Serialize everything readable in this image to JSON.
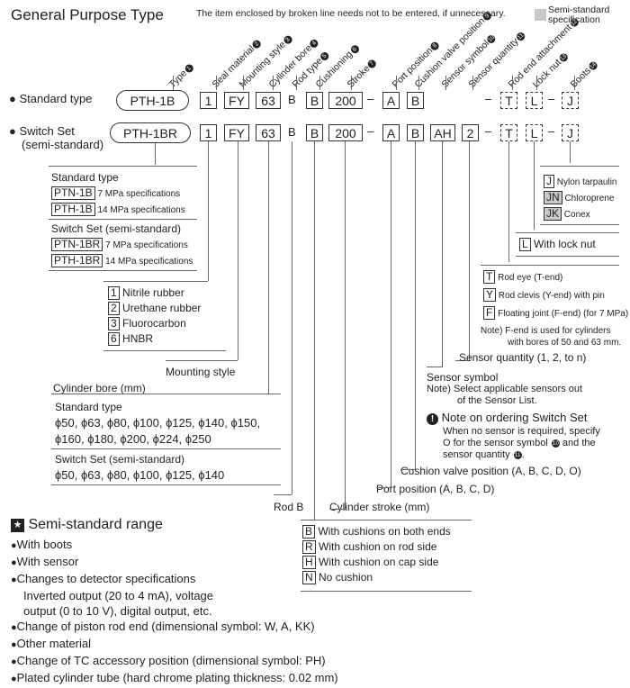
{
  "title": "General Purpose Type",
  "top_note": "The item enclosed by broken line needs not to be entered, if unnecessary.",
  "legend": {
    "line1": "Semi-standard",
    "line2": "specification"
  },
  "headers": [
    {
      "label": "Type",
      "num": "1"
    },
    {
      "label": "Seal material",
      "num": "2"
    },
    {
      "label": "Mounting style",
      "num": "3"
    },
    {
      "label": "Cylinder bore",
      "num": "4"
    },
    {
      "label": "Rod type",
      "num": "5"
    },
    {
      "label": "Cushioning",
      "num": "6"
    },
    {
      "label": "Stroke",
      "num": "7"
    },
    {
      "label": "Port position",
      "num": "8"
    },
    {
      "label": "Cushion valve position",
      "num": "9"
    },
    {
      "label": "Sensor symbol",
      "num": "10"
    },
    {
      "label": "Sensor quantity",
      "num": "11"
    },
    {
      "label": "Rod end attachment",
      "num": "12"
    },
    {
      "label": "Lock nut",
      "num": "13"
    },
    {
      "label": "Boots",
      "num": "14"
    }
  ],
  "row1": {
    "label": "Standard type",
    "type": "PTH-1B",
    "seal": "1",
    "mount": "FY",
    "bore": "63",
    "rod": "B",
    "cush": "B",
    "stroke": "200",
    "dash": "–",
    "port": "A",
    "cv": "B",
    "dash2": "–",
    "rodend": "T",
    "locknut": "L",
    "dash3": "–",
    "boots": "J"
  },
  "row2": {
    "label1": "Switch Set",
    "label2": "(semi-standard)",
    "type": "PTH-1BR",
    "seal": "1",
    "mount": "FY",
    "bore": "63",
    "rod": "B",
    "cush": "B",
    "stroke": "200",
    "dash": "–",
    "port": "A",
    "cv": "B",
    "sensor": "AH",
    "qty": "2",
    "dash2": "–",
    "rodend": "T",
    "locknut": "L",
    "dash3": "–",
    "boots": "J"
  },
  "type_list": {
    "std_title": "Standard type",
    "std": [
      {
        "code": "PTN-1B",
        "desc": "7 MPa specifications"
      },
      {
        "code": "PTH-1B",
        "desc": "14 MPa specifications"
      }
    ],
    "sw_title": "Switch Set (semi-standard)",
    "sw": [
      {
        "code": "PTN-1BR",
        "desc": "7 MPa specifications"
      },
      {
        "code": "PTH-1BR",
        "desc": "14 MPa specifications"
      }
    ]
  },
  "seal_list": [
    {
      "code": "1",
      "desc": "Nitrile rubber"
    },
    {
      "code": "2",
      "desc": "Urethane rubber"
    },
    {
      "code": "3",
      "desc": "Fluorocarbon"
    },
    {
      "code": "6",
      "desc": "HNBR"
    }
  ],
  "mounting_style": "Mounting style",
  "bore": {
    "title": "Cylinder bore (mm)",
    "std_title": "Standard type",
    "std_line1": "ϕ50, ϕ63, ϕ80, ϕ100, ϕ125, ϕ140, ϕ150,",
    "std_line2": "ϕ160, ϕ180, ϕ200, ϕ224, ϕ250",
    "sw_title": "Switch Set (semi-standard)",
    "sw_line": "ϕ50, ϕ63, ϕ80, ϕ100, ϕ125, ϕ140"
  },
  "rod_b": "Rod B",
  "stroke_label": "Cylinder stroke (mm)",
  "cushion_list": [
    {
      "code": "B",
      "desc": "With cushions on both ends"
    },
    {
      "code": "R",
      "desc": "With cushion on rod side"
    },
    {
      "code": "H",
      "desc": "With cushion on cap side"
    },
    {
      "code": "N",
      "desc": "No cushion"
    }
  ],
  "port_label": "Port position (A, B, C, D)",
  "cv_label": "Cushion valve position (A, B, C, D, O)",
  "sensor": {
    "title": "Sensor symbol",
    "note1": "Note) Select applicable sensors out",
    "note2": "of the Sensor List."
  },
  "switch_note": {
    "title": "Note on ordering Switch Set",
    "l1": "When no sensor is required, specify",
    "l2a": "O for the sensor symbol",
    "l2b": "and the",
    "l3a": "sensor quantity",
    "l3b": ".",
    "n10": "10",
    "n11": "11"
  },
  "qty_label": "Sensor quantity (1, 2, to n)",
  "rodend_list": [
    {
      "code": "T",
      "desc": "Rod eye (T-end)"
    },
    {
      "code": "Y",
      "desc": "Rod clevis (Y-end) with pin"
    },
    {
      "code": "F",
      "desc": "Floating joint (F-end) (for 7 MPa)"
    }
  ],
  "rodend_note1": "Note) F-end is used for cylinders",
  "rodend_note2": "with bores of 50 and 63 mm.",
  "locknut": {
    "code": "L",
    "desc": "With lock nut"
  },
  "boots_list": [
    {
      "code": "J",
      "desc": "Nylon tarpaulin",
      "gray": false
    },
    {
      "code": "JN",
      "desc": "Chloroprene",
      "gray": true
    },
    {
      "code": "JK",
      "desc": "Conex",
      "gray": true
    }
  ],
  "semi": {
    "title": "Semi-standard range",
    "items": [
      "With boots",
      "With sensor",
      "Changes to detector specifications"
    ],
    "cont1": "Inverted output (20 to 4 mA), voltage",
    "cont2": "output (0 to 10 V), digital output, etc.",
    "items2": [
      "Change of piston rod end (dimensional symbol: W, A, KK)",
      "Other material",
      "Change of TC accessory position (dimensional symbol: PH)",
      "Plated cylinder tube (hard chrome plating thickness: 0.02 mm)"
    ]
  }
}
